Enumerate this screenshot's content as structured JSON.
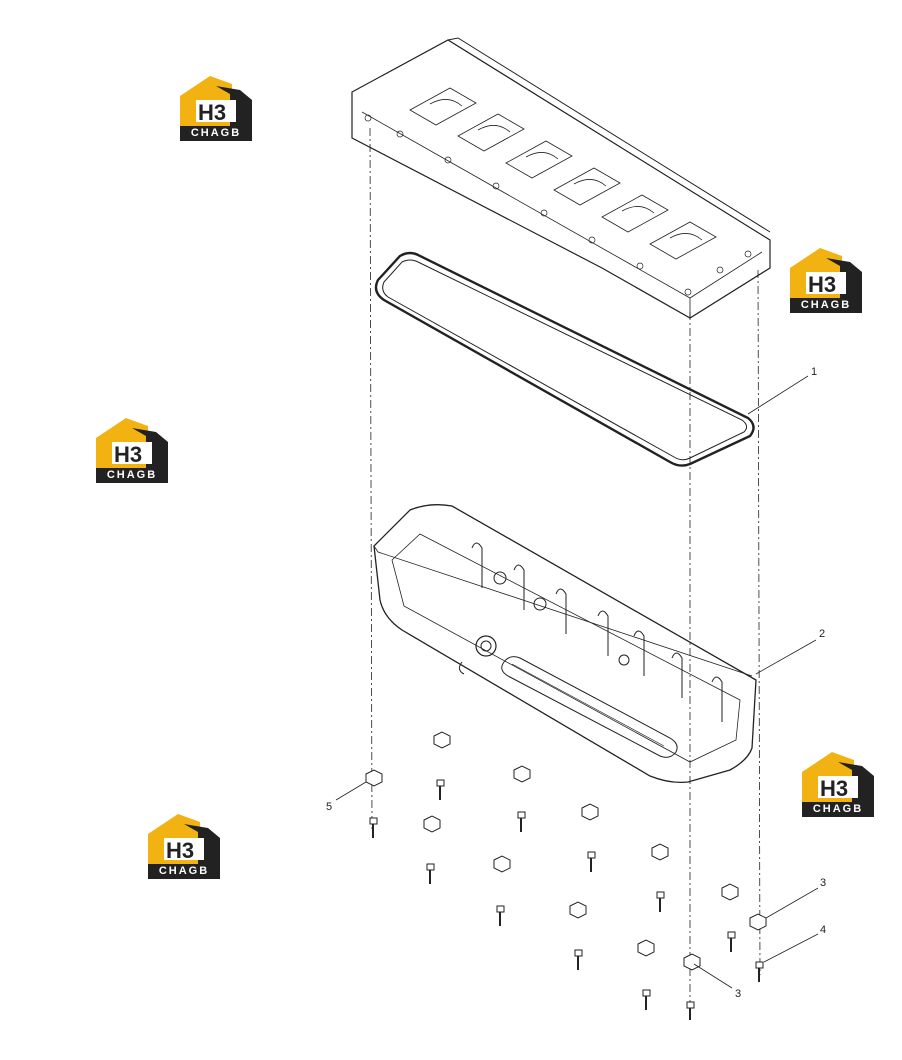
{
  "watermark": {
    "text": "CHAGB",
    "mark_text": "H3",
    "colors": {
      "gold": "#F2B211",
      "dark": "#222222",
      "white": "#ffffff"
    }
  },
  "callouts": [
    {
      "id": "1",
      "label": "1"
    },
    {
      "id": "2",
      "label": "2"
    },
    {
      "id": "3a",
      "label": "3"
    },
    {
      "id": "3b",
      "label": "3"
    },
    {
      "id": "4",
      "label": "4"
    },
    {
      "id": "5",
      "label": "5"
    }
  ],
  "parts": [
    {
      "name": "cylinder-block"
    },
    {
      "name": "oil-pan-gasket",
      "callout": "1"
    },
    {
      "name": "oil-pan",
      "callout": "2"
    },
    {
      "name": "spacer-clip",
      "callout": "3"
    },
    {
      "name": "bolt",
      "callout": "4"
    },
    {
      "name": "spacer-clip",
      "callout": "5"
    }
  ]
}
